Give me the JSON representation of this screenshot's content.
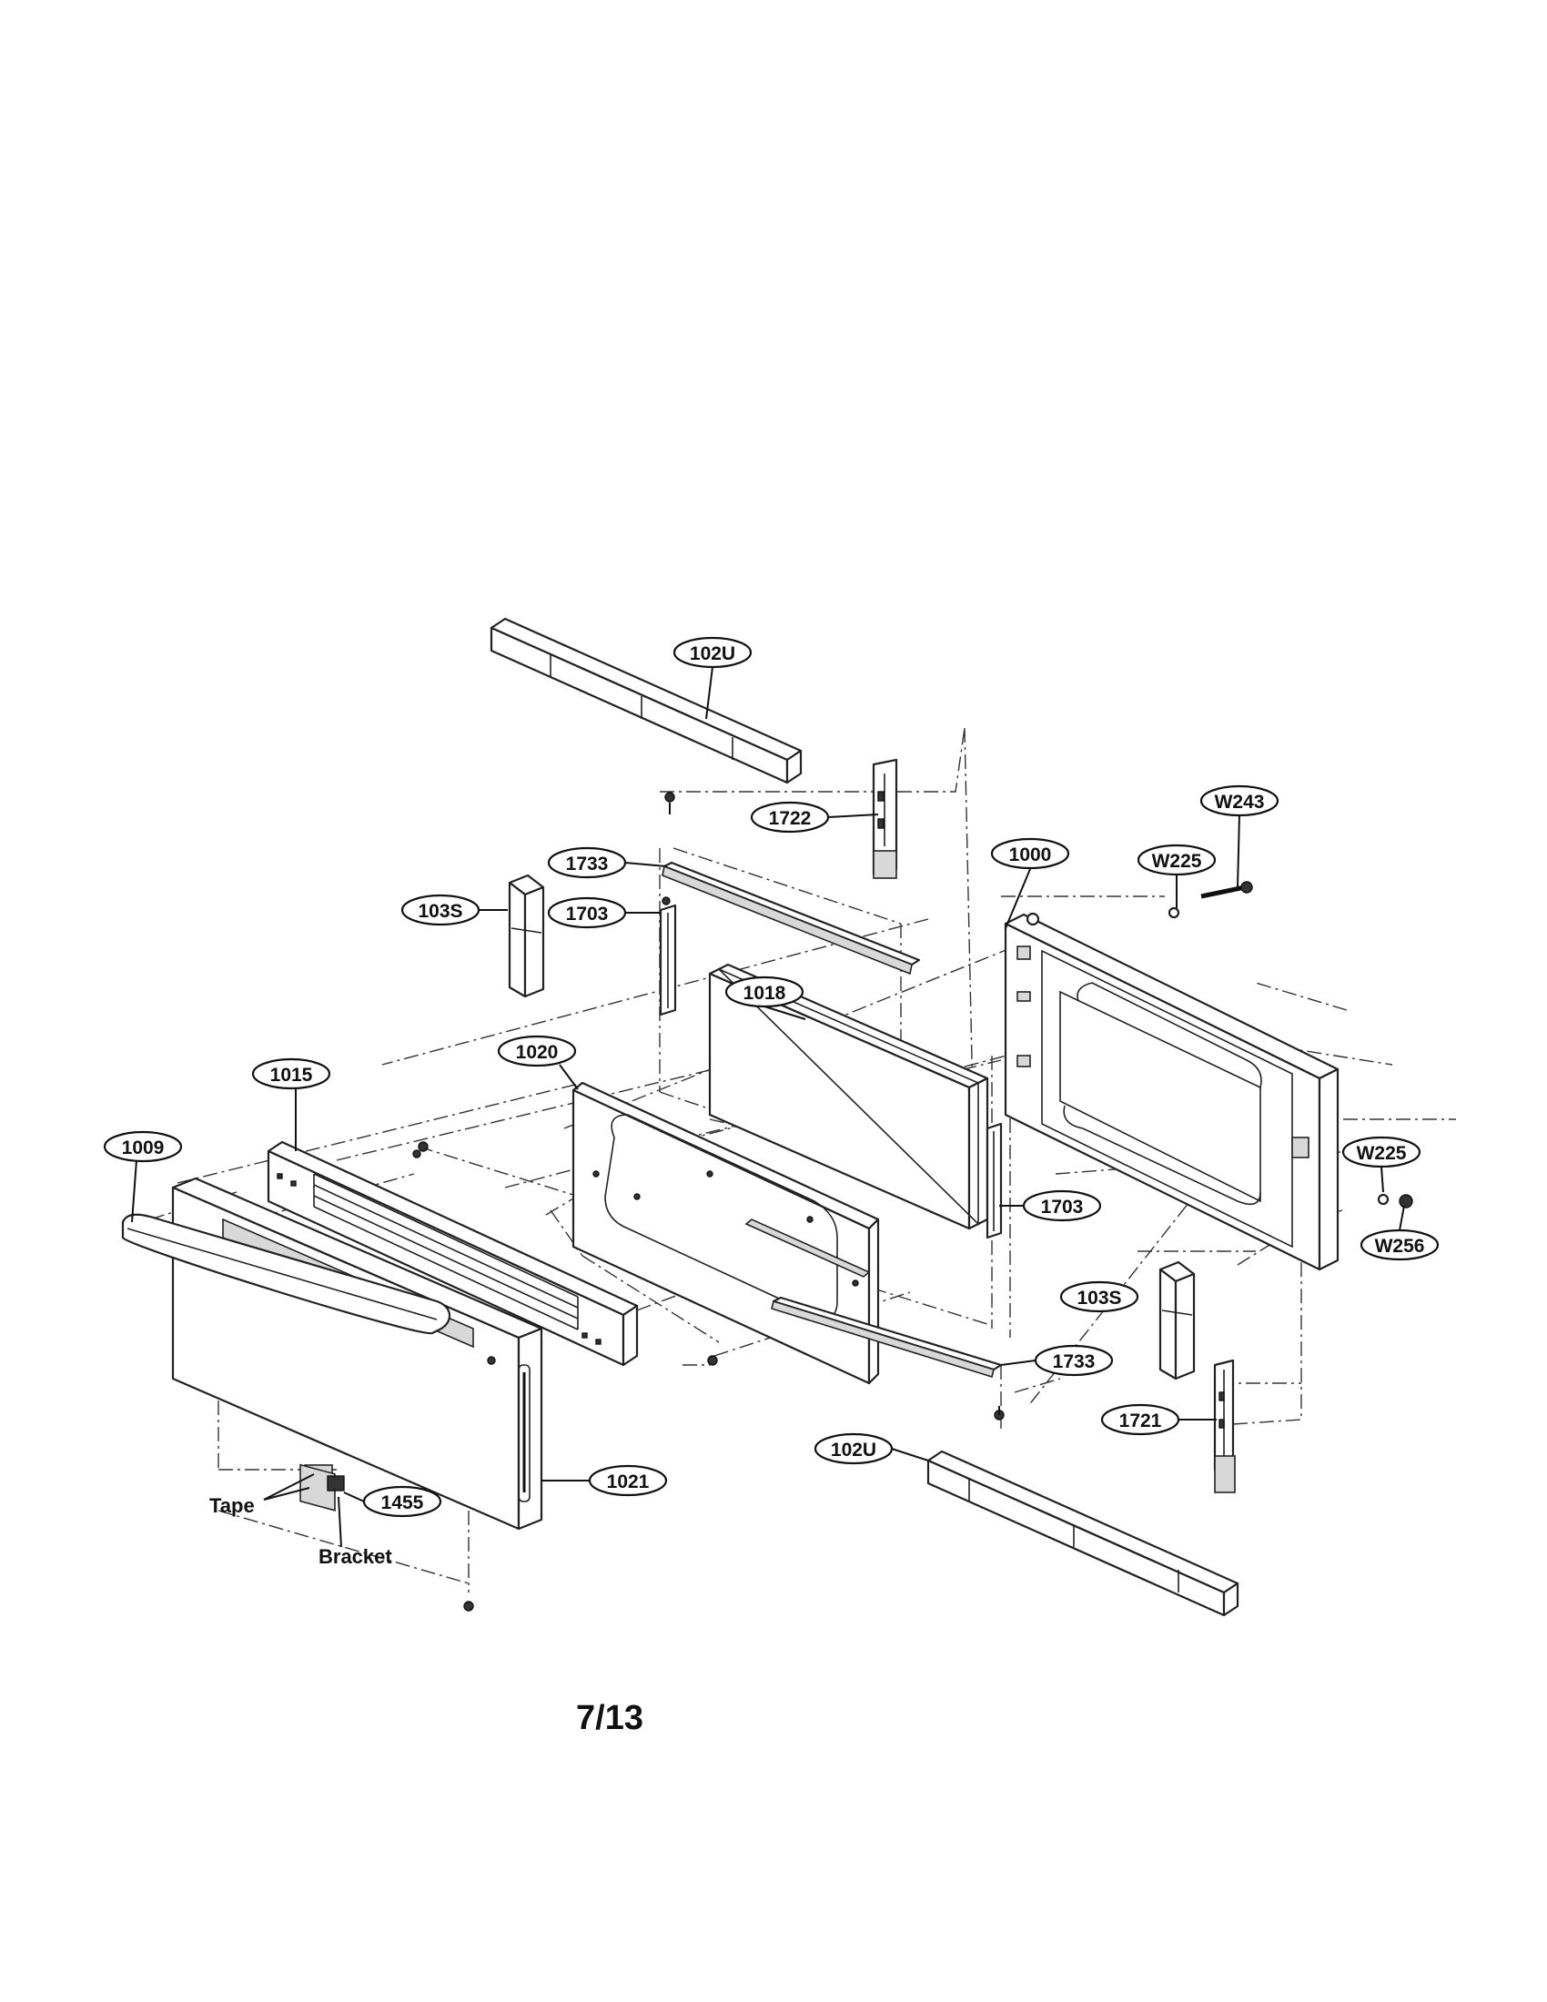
{
  "callouts": {
    "c102U_top": "102U",
    "c1722": "1722",
    "cW243": "W243",
    "c1733_top": "1733",
    "c1000": "1000",
    "cW225_top": "W225",
    "c103S_left": "103S",
    "c1703_top": "1703",
    "c1018": "1018",
    "c1020": "1020",
    "c1015": "1015",
    "c1009": "1009",
    "cW225_right": "W225",
    "c1703_bottom": "1703",
    "cW256": "W256",
    "c103S_right": "103S",
    "c1733_bottom": "1733",
    "c1721": "1721",
    "c1021": "1021",
    "c102U_bottom": "102U",
    "c1455": "1455"
  },
  "labels": {
    "tape": "Tape",
    "bracket": "Bracket"
  },
  "page_number": "7/13"
}
